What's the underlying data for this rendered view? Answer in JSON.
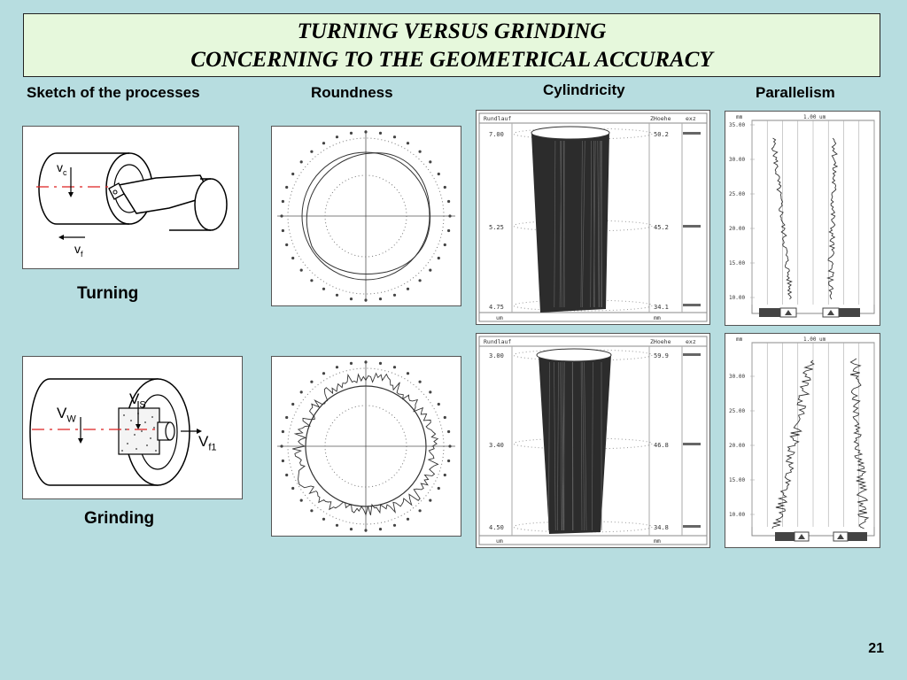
{
  "title": {
    "line1": "TURNING VERSUS GRINDING",
    "line2": "CONCERNING TO THE GEOMETRICAL ACCURACY"
  },
  "headers": {
    "sketch": "Sketch of the processes",
    "roundness": "Roundness",
    "cylindricity": "Cylindricity",
    "parallelism": "Parallelism"
  },
  "labels": {
    "turning": "Turning",
    "grinding": "Grinding"
  },
  "turning_sketch": {
    "vc": "v",
    "vc_sub": "c",
    "vf": "v",
    "vf_sub": "f"
  },
  "grinding_sketch": {
    "vs": "V",
    "vs_sub": "S",
    "vw": "V",
    "vw_sub": "W",
    "vf": "V",
    "vf_sub": "f1"
  },
  "cyl_turning": {
    "h_left": "Rundlauf",
    "h_mid": "ZHoehe",
    "h_right": "exz",
    "y_top": "7.00",
    "y_mid": "5.25",
    "y_bot": "4.75",
    "r_top": "50.2",
    "r_mid": "45.2",
    "r_bot": "34.1",
    "unit_left": "um",
    "unit_right": "mm"
  },
  "cyl_grinding": {
    "h_left": "Rundlauf",
    "h_mid": "ZHoehe",
    "h_right": "exz",
    "y_top": "3.00",
    "y_mid": "3.40",
    "y_bot": "4.50",
    "r_top": "59.9",
    "r_mid": "46.8",
    "r_bot": "34.8",
    "unit_left": "um",
    "unit_right": "mm"
  },
  "par_turning": {
    "unit": "mm",
    "scale": "1.00 um",
    "ticks": [
      "35.00",
      "30.00",
      "25.00",
      "20.00",
      "15.00",
      "10.00"
    ]
  },
  "par_grinding": {
    "unit": "mm",
    "scale": "1.00 um",
    "ticks": [
      "30.00",
      "25.00",
      "20.00",
      "15.00",
      "10.00"
    ]
  },
  "page_number": "21"
}
